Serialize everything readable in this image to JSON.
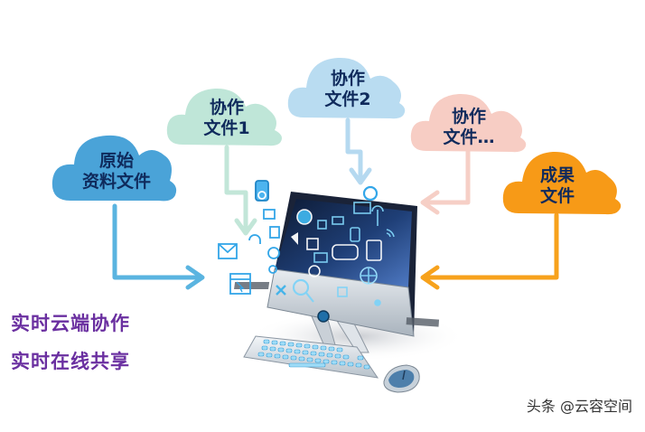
{
  "clouds": [
    {
      "id": "source",
      "line1": "原始",
      "line2": "资料文件",
      "color": "#4aa3d8"
    },
    {
      "id": "collab1",
      "line1": "协作",
      "line2": "文件1",
      "color": "#bfe6d8"
    },
    {
      "id": "collab2",
      "line1": "协作",
      "line2": "文件2",
      "color": "#b9dcf1"
    },
    {
      "id": "collab_more",
      "line1": "协作",
      "line2": "文件…",
      "color": "#f7cdc4"
    },
    {
      "id": "result",
      "line1": "成果",
      "line2": "文件",
      "color": "#f79a17"
    }
  ],
  "side_text": {
    "line1": "实时云端协作",
    "line2": "实时在线共享"
  },
  "watermark": "头条 @云容空间",
  "colors": {
    "arrow_source": "#5ab4e0",
    "arrow_collab1": "#c2e6d8",
    "arrow_collab2": "#b5d9f0",
    "arrow_collab_more": "#f6cfc6",
    "arrow_result": "#f7a21c",
    "side_text": "#6a2fa0",
    "label_text": "#0f2a5c"
  }
}
